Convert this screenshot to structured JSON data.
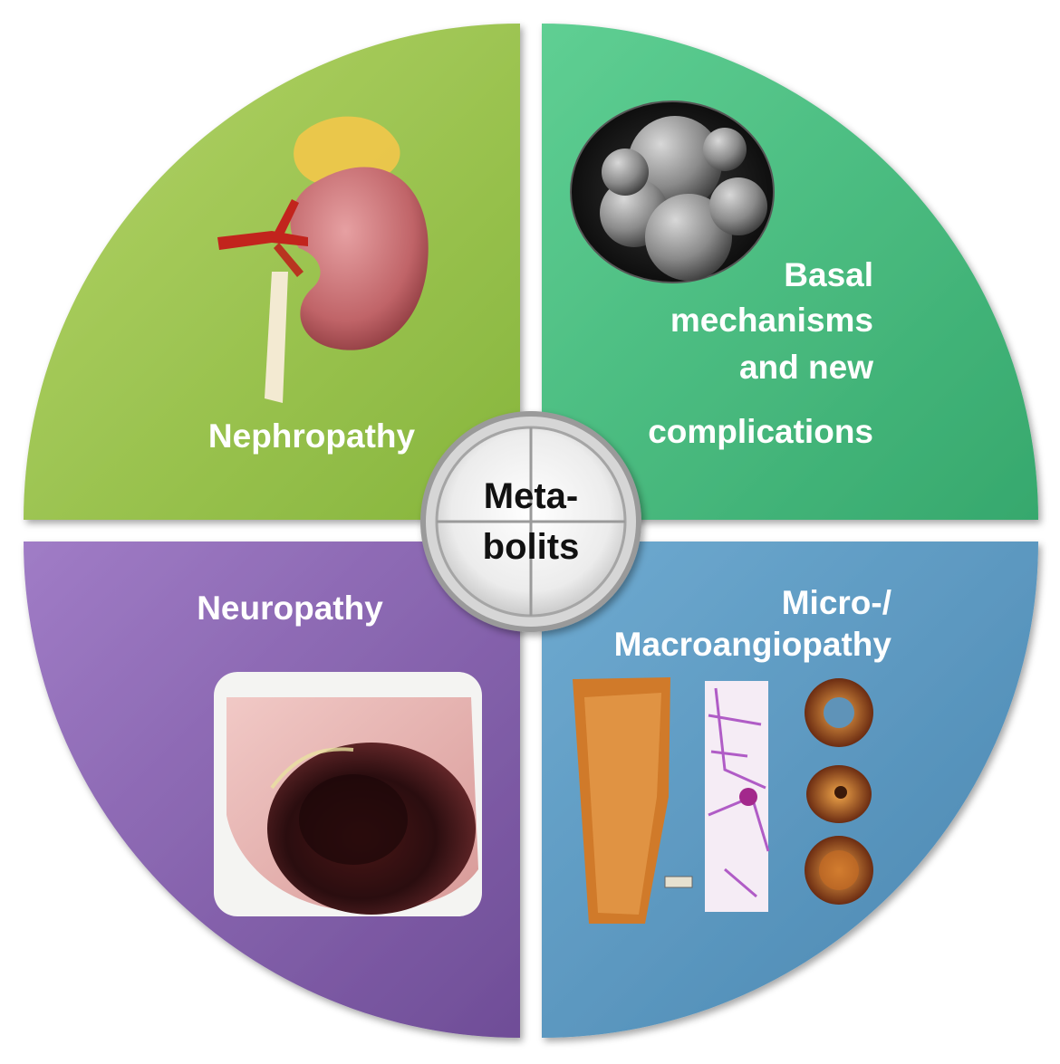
{
  "center": {
    "line1": "Meta-",
    "line2": "bolits"
  },
  "quadrants": {
    "top_left": {
      "label": "Nephropathy",
      "color": "#9cc44e",
      "icon": "kidney-illustration"
    },
    "top_right": {
      "label_lines": [
        "Basal",
        "mechanisms",
        "and new",
        "complications"
      ],
      "color": "#4bbd80",
      "icon": "cell-micrograph"
    },
    "bottom_left": {
      "label": "Neuropathy",
      "color": "#8d67b3",
      "icon": "foot-ulcer-photo"
    },
    "bottom_right": {
      "label_lines": [
        "Micro-/",
        "Macroangiopathy"
      ],
      "color": "#5d9ac3",
      "icon": "vessel-histology-photos"
    }
  }
}
